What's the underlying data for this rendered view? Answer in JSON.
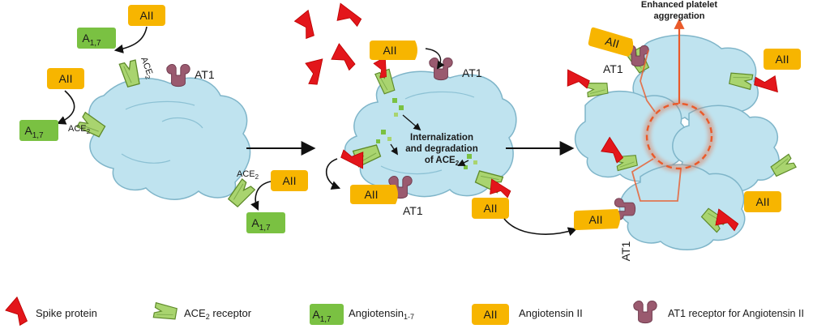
{
  "colors": {
    "cell_fill": "#bfe3ef",
    "cell_edge": "#7fb5c9",
    "angiotensin_ii": "#f7b500",
    "angiotensin_1_7": "#7ac142",
    "ace2_receptor": "#a9d46f",
    "spike_protein": "#e3161b",
    "at1_receptor": "#9a5a6f",
    "highlight": "#ea5a2a"
  },
  "icons": [
    "cell-shape",
    "spike-protein-icon",
    "ace2-receptor-icon",
    "at1-receptor-icon",
    "angiotensin-badge",
    "arrow"
  ],
  "panel1": {
    "aii_top": "AII",
    "a17_top": "A",
    "a17_top_sub": "1,7",
    "ace2_top": "ACE",
    "ace2_top_sub": "2",
    "at1": "AT1",
    "aii_left": "AII",
    "ace2_left": "ACE",
    "ace2_left_sub": "2",
    "a17_left": "A",
    "a17_left_sub": "1,7",
    "ace2_bottom": "ACE",
    "ace2_bottom_sub": "2",
    "aii_bottom": "AII",
    "a17_bottom": "A",
    "a17_bottom_sub": "1,7"
  },
  "panel2": {
    "aii_top": "AII",
    "at1_top": "AT1",
    "internalization_line1": "Internalization",
    "internalization_line2": "and degradation",
    "internalization_line3_prefix": "of ACE",
    "internalization_line3_sub": "2",
    "aii_left": "AII",
    "at1_bottom": "AT1",
    "aii_bottom": "AII"
  },
  "panel3": {
    "title_line1": "Enhanced platelet",
    "title_line2": "aggregation",
    "aii_top_left": "AII",
    "at1_top": "AT1",
    "aii_top_right": "AII",
    "aii_bottom_right": "AII",
    "aii_bottom_left": "AII",
    "at1_bottom": "AT1"
  },
  "legend": {
    "spike": "Spike protein",
    "ace2_prefix": "ACE",
    "ace2_sub": "2",
    "ace2_suffix": " receptor",
    "a17_badge": "A",
    "a17_badge_sub": "1,7",
    "a17_prefix": "Angiotensin",
    "a17_sub": "1-7",
    "aii_badge": "AII",
    "aii": "Angiotensin II",
    "at1": "AT1 receptor for Angiotensin II"
  }
}
